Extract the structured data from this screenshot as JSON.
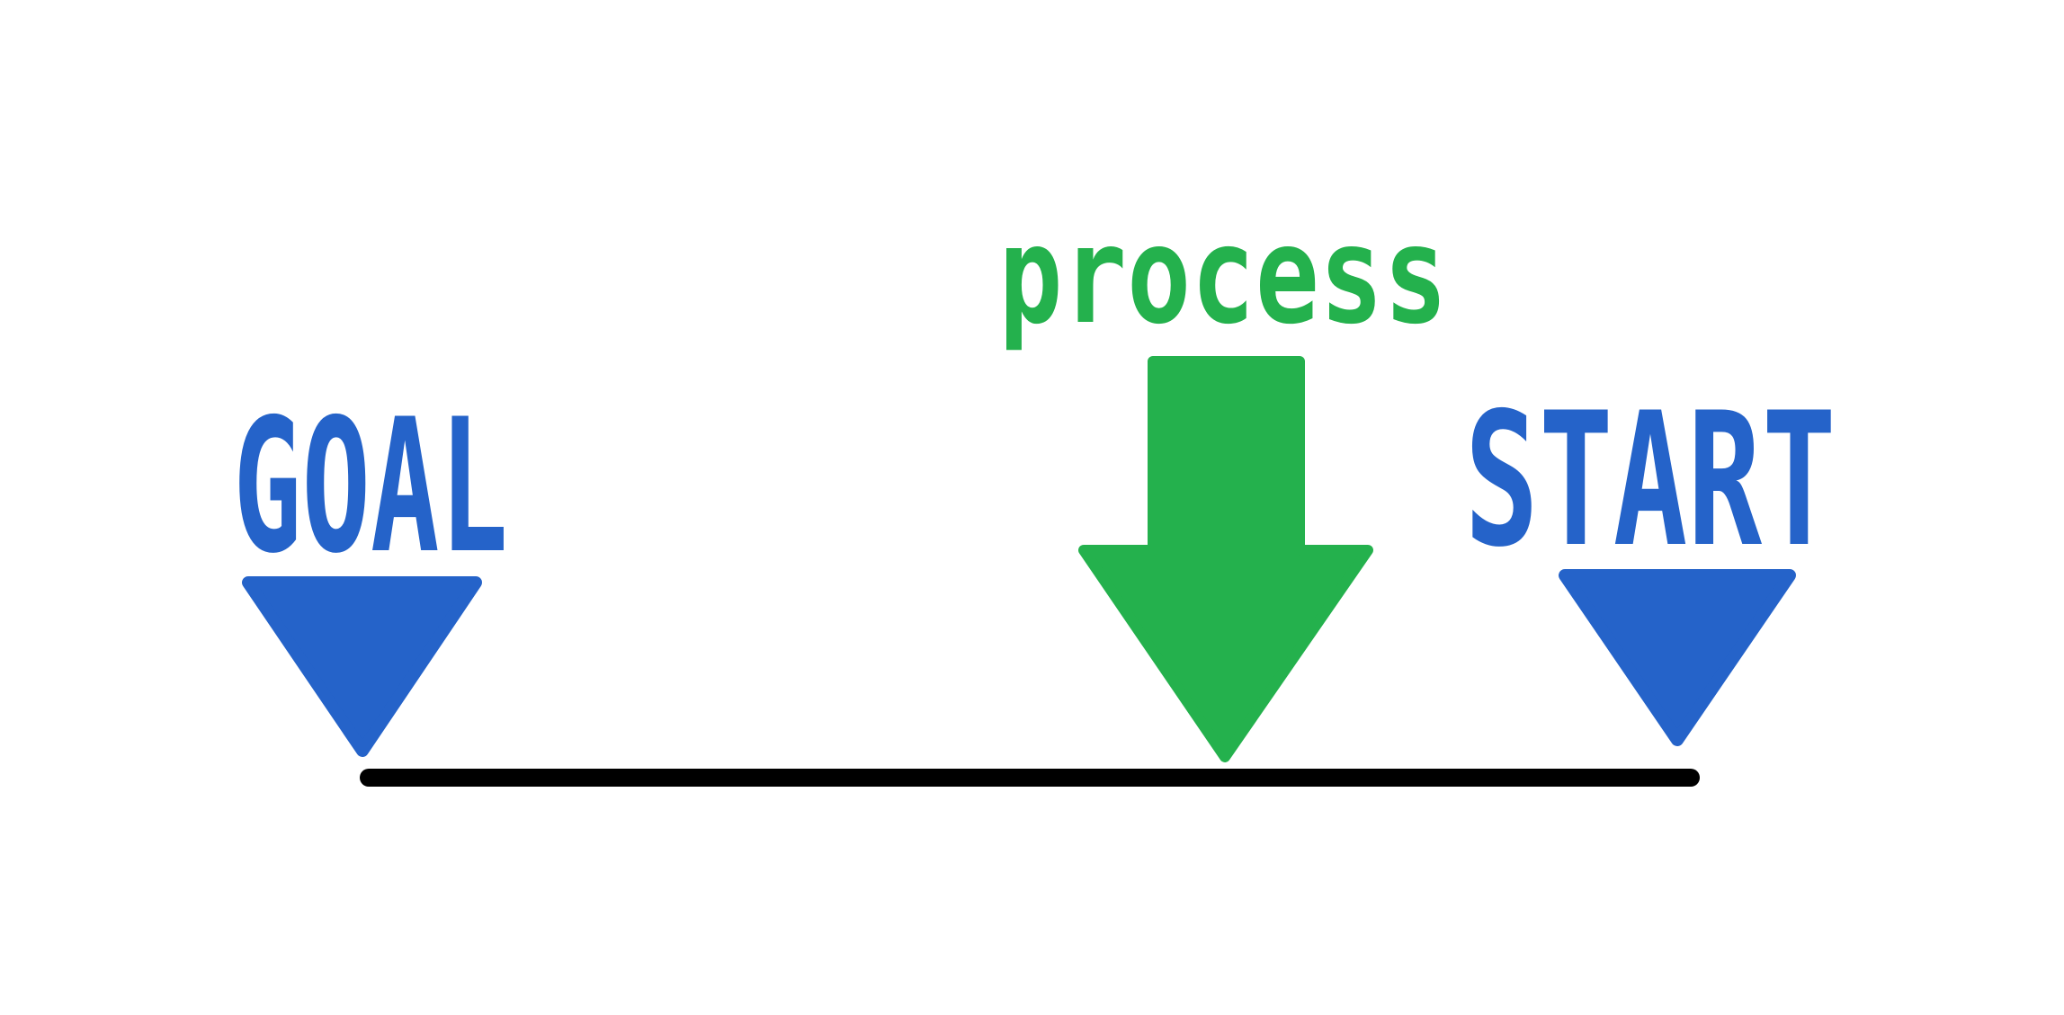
{
  "labels": {
    "goal": "GOAL",
    "process": "process",
    "start": "START"
  },
  "colors": {
    "goal": "#2563c9",
    "start": "#2563c9",
    "process": "#24b14d",
    "timeline": "#000000",
    "background": "#ffffff"
  }
}
